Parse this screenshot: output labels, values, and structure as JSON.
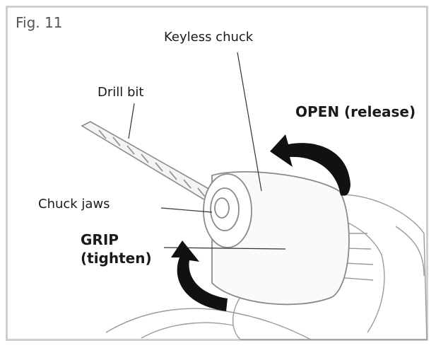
{
  "figure": {
    "fig_label": "Fig. 11",
    "labels": {
      "keyless_chuck": "Keyless chuck",
      "drill_bit": "Drill bit",
      "chuck_jaws": "Chuck jaws",
      "open": "OPEN (release)",
      "grip_line1": "GRIP",
      "grip_line2": "(tighten)"
    },
    "colors": {
      "ink": "#1a1a1a",
      "sketch": "#9a9a9a",
      "frame": "#cfcfcf"
    },
    "icons": [
      "open-rotation-arrow-icon",
      "grip-rotation-arrow-icon"
    ]
  }
}
